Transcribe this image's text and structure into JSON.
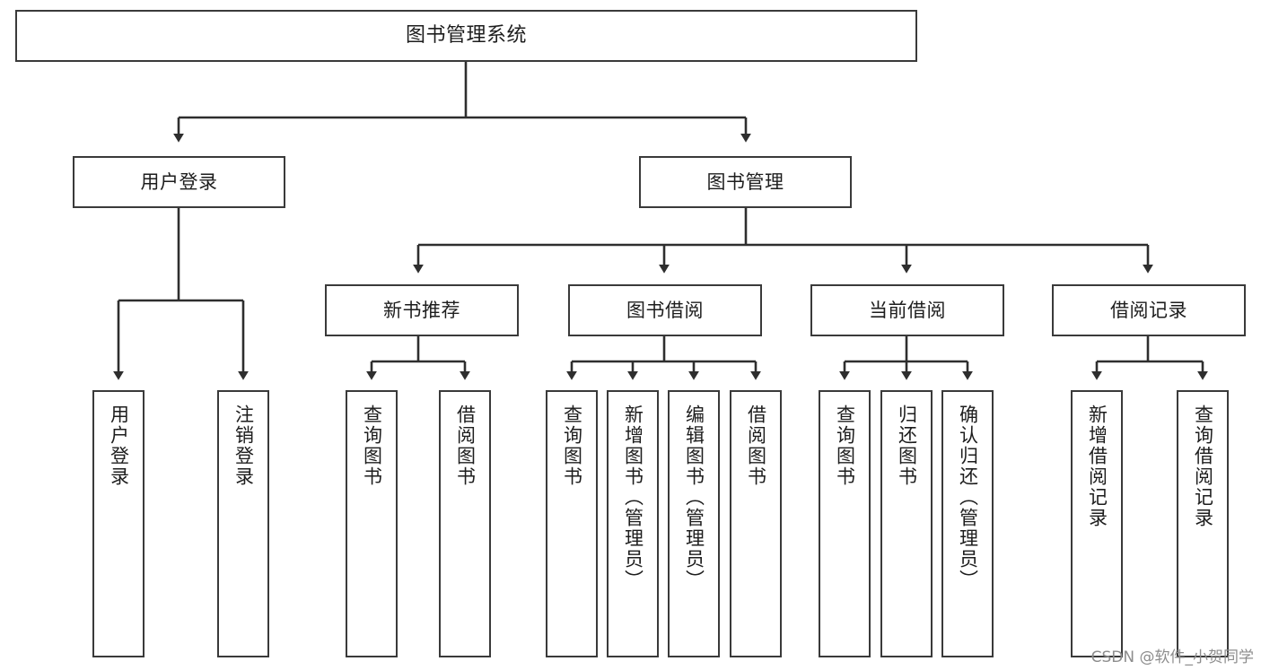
{
  "diagram": {
    "title": "图书管理系统",
    "type": "tree-hierarchy",
    "watermark": "CSDN @软件_小贺同学",
    "colors": {
      "background": "#ffffff",
      "box_border": "#3a3a3a",
      "box_fill": "#ffffff",
      "edge": "#2e2e2e",
      "text": "#1d1d1d",
      "watermark": "#8d8d8d"
    }
  },
  "nodes": {
    "root": {
      "label": "图书管理系统"
    },
    "level2": [
      {
        "label": "用户登录"
      },
      {
        "label": "图书管理"
      }
    ],
    "level3": [
      {
        "label": "新书推荐"
      },
      {
        "label": "图书借阅"
      },
      {
        "label": "当前借阅"
      },
      {
        "label": "借阅记录"
      }
    ],
    "leaves": {
      "user_login": [
        {
          "label": "用户登录"
        },
        {
          "label": "注销登录"
        }
      ],
      "new_book_recommend": [
        {
          "label": "查询图书"
        },
        {
          "label": "借阅图书"
        }
      ],
      "book_borrow": [
        {
          "label": "查询图书"
        },
        {
          "label": "新增图书（管理员）"
        },
        {
          "label": "编辑图书（管理员）"
        },
        {
          "label": "借阅图书"
        }
      ],
      "current_borrow": [
        {
          "label": "查询图书"
        },
        {
          "label": "归还图书"
        },
        {
          "label": "确认归还（管理员）"
        }
      ],
      "borrow_record": [
        {
          "label": "新增借阅记录"
        },
        {
          "label": "查询借阅记录"
        }
      ]
    }
  }
}
